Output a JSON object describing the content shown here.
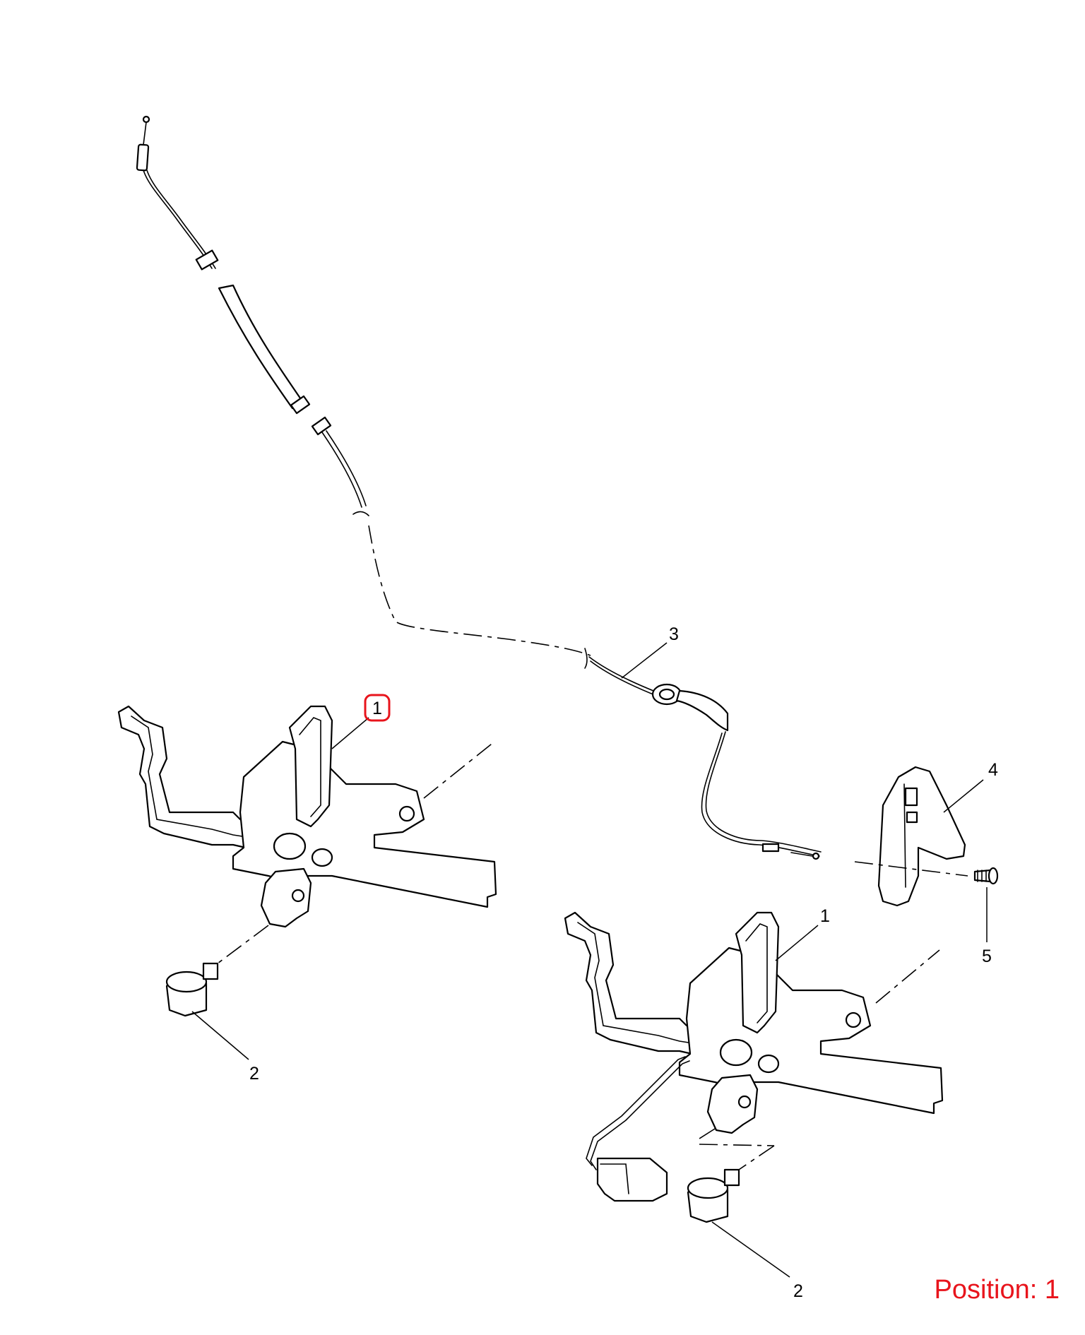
{
  "callouts": {
    "latch_left": "1",
    "latch_right": "1",
    "bolt_left": "2",
    "bolt_right": "2",
    "cable": "3",
    "handle": "4",
    "screw": "5"
  },
  "position_label": "Position: 1",
  "colors": {
    "highlight": "#e8141c",
    "line": "#000000",
    "background": "#ffffff"
  }
}
